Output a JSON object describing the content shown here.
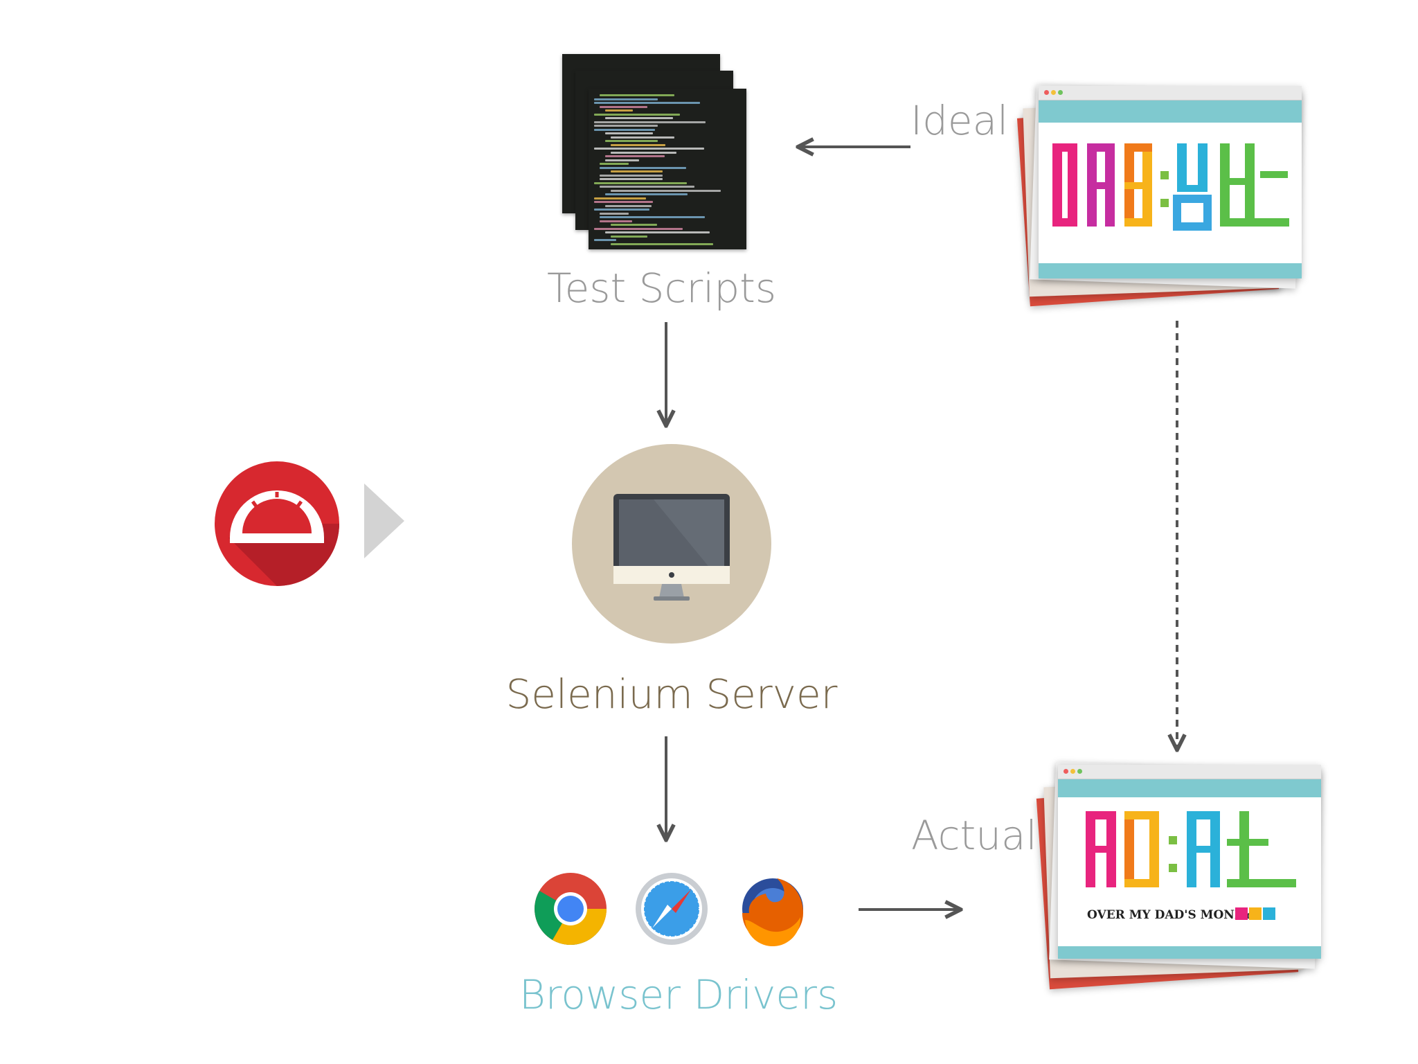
{
  "labels": {
    "test_scripts": "Test Scripts",
    "selenium_server": "Selenium Server",
    "browser_drivers": "Browser Drivers",
    "ideal": "Ideal",
    "actual": "Actual"
  },
  "actual_page": {
    "tagline": "OVER MY DAD'S MONEY"
  },
  "icons": {
    "protractor": "protractor-icon",
    "server": "desktop-monitor-icon",
    "chrome": "chrome-icon",
    "safari": "safari-icon",
    "firefox": "firefox-icon"
  },
  "colors": {
    "label_gray": "#9a9a9a",
    "server_label": "#7a6a4e",
    "browser_label": "#79c3ce",
    "arrow": "#555555",
    "protractor_red": "#d7282f",
    "server_circle": "#d3c7b1"
  }
}
